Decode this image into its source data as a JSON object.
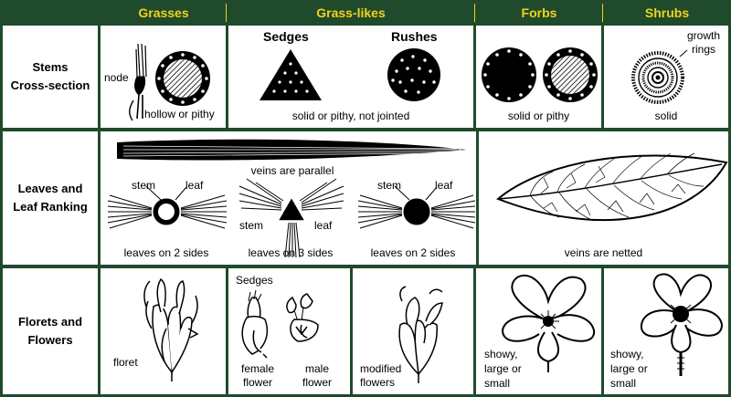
{
  "columns": {
    "grasses": "Grasses",
    "grass_likes": "Grass-likes",
    "forbs": "Forbs",
    "shrubs": "Shrubs"
  },
  "rows": {
    "stems": [
      "Stems",
      "Cross-section"
    ],
    "leaves": [
      "Leaves and",
      "Leaf Ranking"
    ],
    "flowers": [
      "Florets and",
      "Flowers"
    ]
  },
  "stems": {
    "sedges_heading": "Sedges",
    "rushes_heading": "Rushes",
    "node": "node",
    "grasses_caption": "hollow or pithy",
    "grasslikes_caption": "solid or pithy, not jointed",
    "forbs_caption": "solid or pithy",
    "shrubs_caption": "solid",
    "growth_rings": [
      "growth",
      "rings"
    ]
  },
  "leaves": {
    "parallel_caption": "veins are parallel",
    "stem": "stem",
    "leaf": "leaf",
    "two_sides": "leaves on 2 sides",
    "three_sides": "leaves on 3 sides",
    "netted_caption": "veins are netted"
  },
  "flowers": {
    "floret": "floret",
    "sedges": "Sedges",
    "female_flower": [
      "female",
      "flower"
    ],
    "male_flower": [
      "male",
      "flower"
    ],
    "modified_flowers": [
      "modified",
      "flowers"
    ],
    "forbs_flower": [
      "showy,",
      "large or",
      "small"
    ],
    "shrubs_flower": [
      "showy,",
      "large or",
      "small"
    ]
  }
}
